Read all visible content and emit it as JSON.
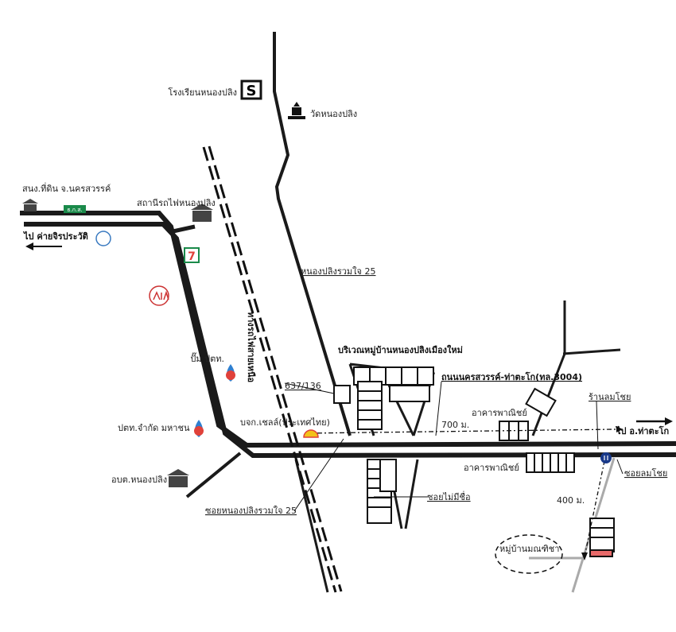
{
  "map": {
    "labels": {
      "school": "โรงเรียนหนองปลิง",
      "school_symbol": "S",
      "temple": "วัดหนองปลิง",
      "land_office": "สนง.ที่ดิน จ.นครสวรรค์",
      "train_station": "สถานีรถไฟหนองปลิง",
      "to_camp": "ไป ค่ายจิรประวัติ",
      "road_nongpling_25": "หนองปลิงรวมใจ 25",
      "railway": "ทางรถไฟสายเหนือ",
      "village_area": "บริเวณหมู่บ้านหนองปลิงเมืองใหม่",
      "highway": "ถนนนครสวรรค์-ท่าตะโก(ทล.3004)",
      "house_number": "637/136",
      "ptt_pump": "ปั๊ม ปตท.",
      "shell": "บจก.เชลล์(ประเทศไทย)",
      "ptt_company": "ปตท.จำกัด มหาชน",
      "commercial_north": "อาคารพาณิชย์",
      "commercial_south": "อาคารพาณิชย์",
      "shop_lomchoi": "ร้านลมโชย",
      "to_thatako": "ไป อ.ท่าตะโก",
      "distance_700": "700 ม.",
      "sao_office": "อบต.หนองปลิง",
      "soi_nongpling_25": "ซอยหนองปลิงรวมใจ 25",
      "soi_unnamed": "ซอยไม่มีชื่อ",
      "soi_lomchoi": "ซอยลมโชย",
      "distance_400": "400 ม.",
      "village_monthicha": "หมู่บ้านมณฑิชา",
      "seven_eleven": "7",
      "bank_sign": "ธ.ก.ส."
    },
    "colors": {
      "ptt_blue": "#2f7fd0",
      "ptt_red": "#e0413a",
      "seven_green": "#1a8a4a",
      "shell_yellow": "#f2c21a",
      "hatch_red": "#e86a6a",
      "grey_road": "#aaaaaa"
    }
  }
}
